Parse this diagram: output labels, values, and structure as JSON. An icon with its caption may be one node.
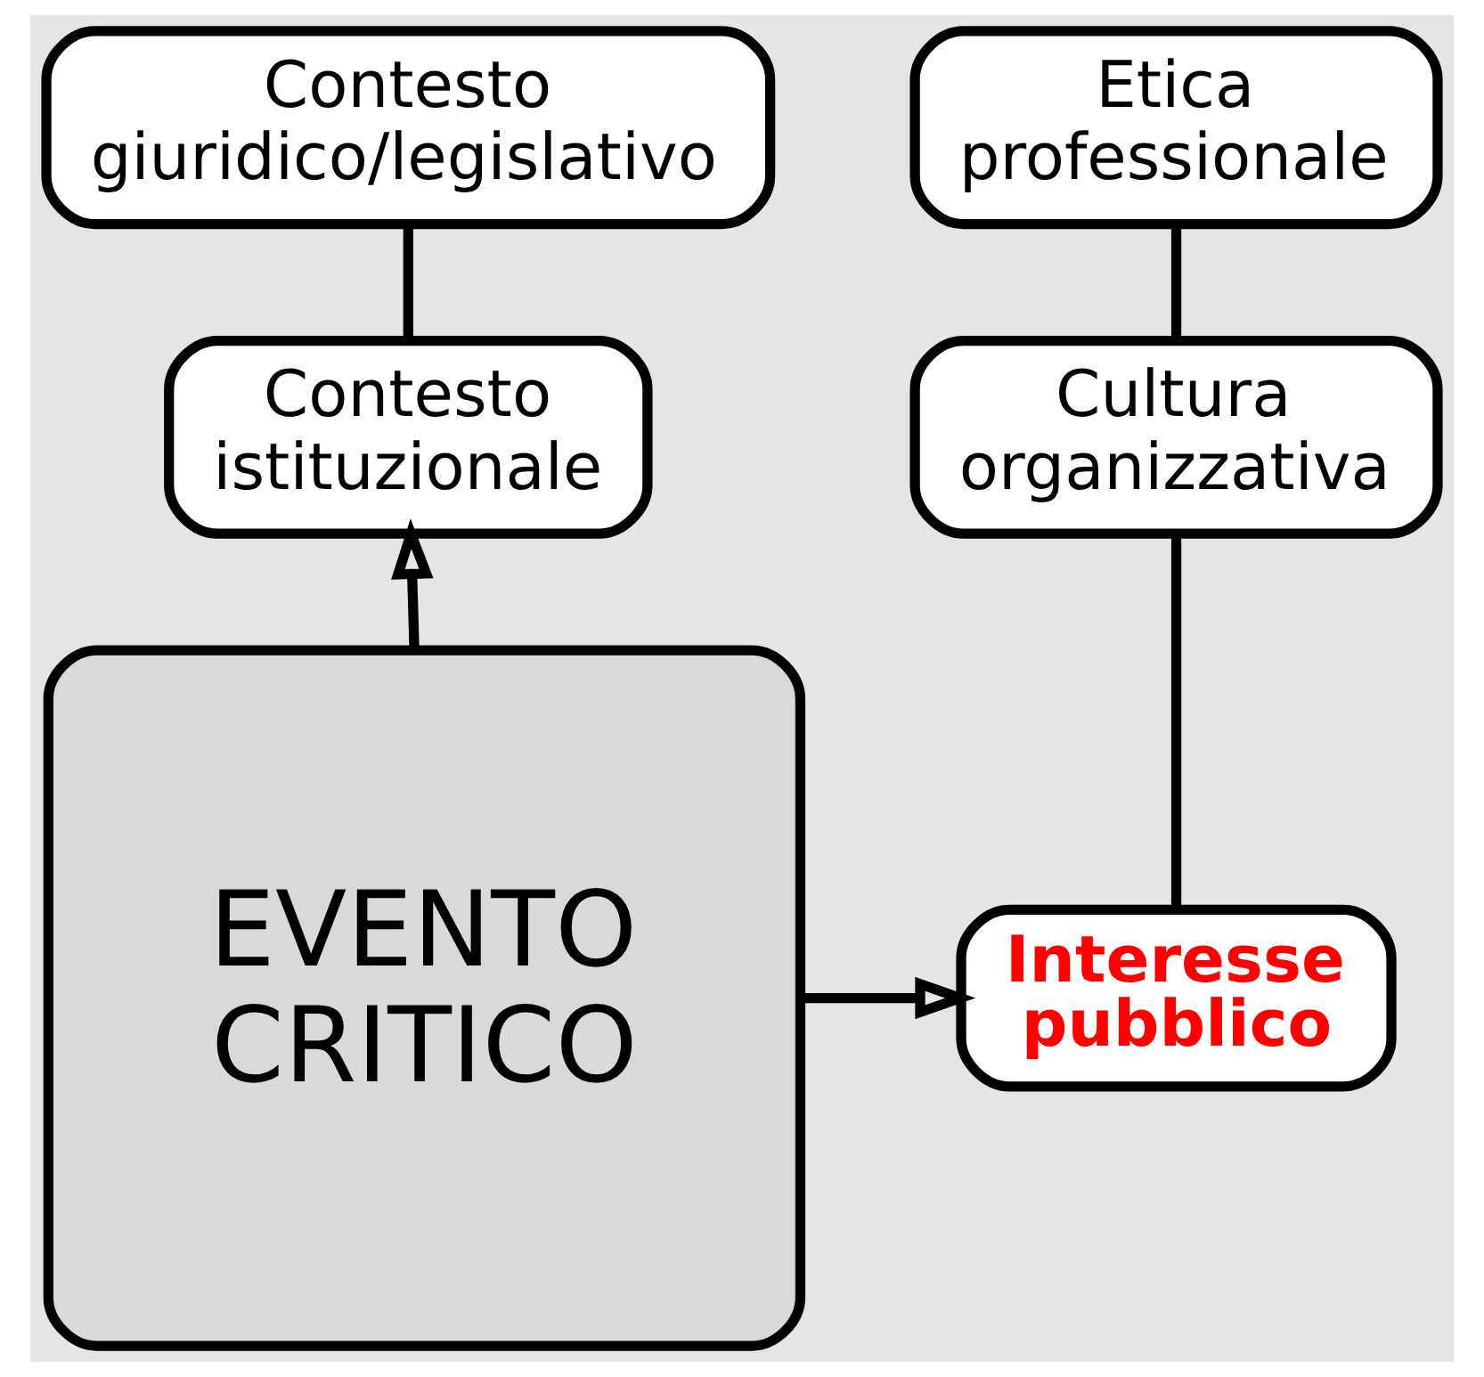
{
  "diagram": {
    "nodes": [
      {
        "text": [
          "EVENTO CRITICO"
        ]
      },
      {
        "text": [
          "Etica professionale"
        ]
      },
      {
        "text": [
          "Cultura organizzativa"
        ]
      },
      {
        "text": [
          "Interesse pubblico"
        ]
      },
      {
        "text": [
          "Contesto giuridico/legislativo"
        ]
      },
      {
        "text": [
          "Contesto istituzionale"
        ]
      }
    ],
    "edges": [
      {
        "from": 1,
        "to": 2,
        "arrow": "none"
      },
      {
        "from": 2,
        "to": 3,
        "arrow": "none"
      },
      {
        "from": 4,
        "to": 5,
        "arrow": "none"
      },
      {
        "from": 0,
        "to": 3,
        "arrow": "to"
      },
      {
        "from": 0,
        "to": 5,
        "arrow": "to"
      }
    ]
  }
}
